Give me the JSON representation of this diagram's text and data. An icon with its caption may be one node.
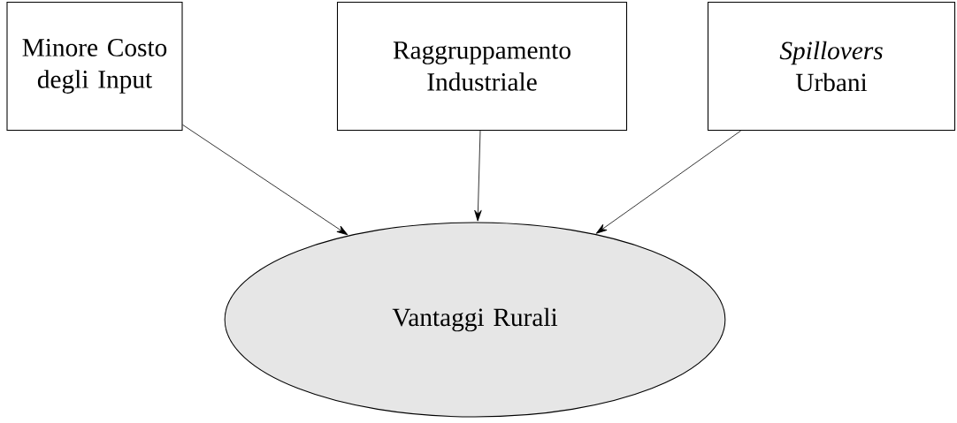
{
  "diagram": {
    "nodes": [
      {
        "text": [
          "Minore Costo degli Input"
        ]
      },
      {
        "text": [
          "Raggruppamento Industriale"
        ]
      },
      {
        "text": [
          "*Spillovers* Urbani"
        ]
      },
      {
        "text": [
          "Vantaggi Rurali"
        ]
      }
    ],
    "edges": [
      {
        "from": 0,
        "to": 3,
        "arrow": "to"
      },
      {
        "from": 1,
        "to": 3,
        "arrow": "to"
      },
      {
        "from": 2,
        "to": 3,
        "arrow": "to"
      }
    ]
  }
}
